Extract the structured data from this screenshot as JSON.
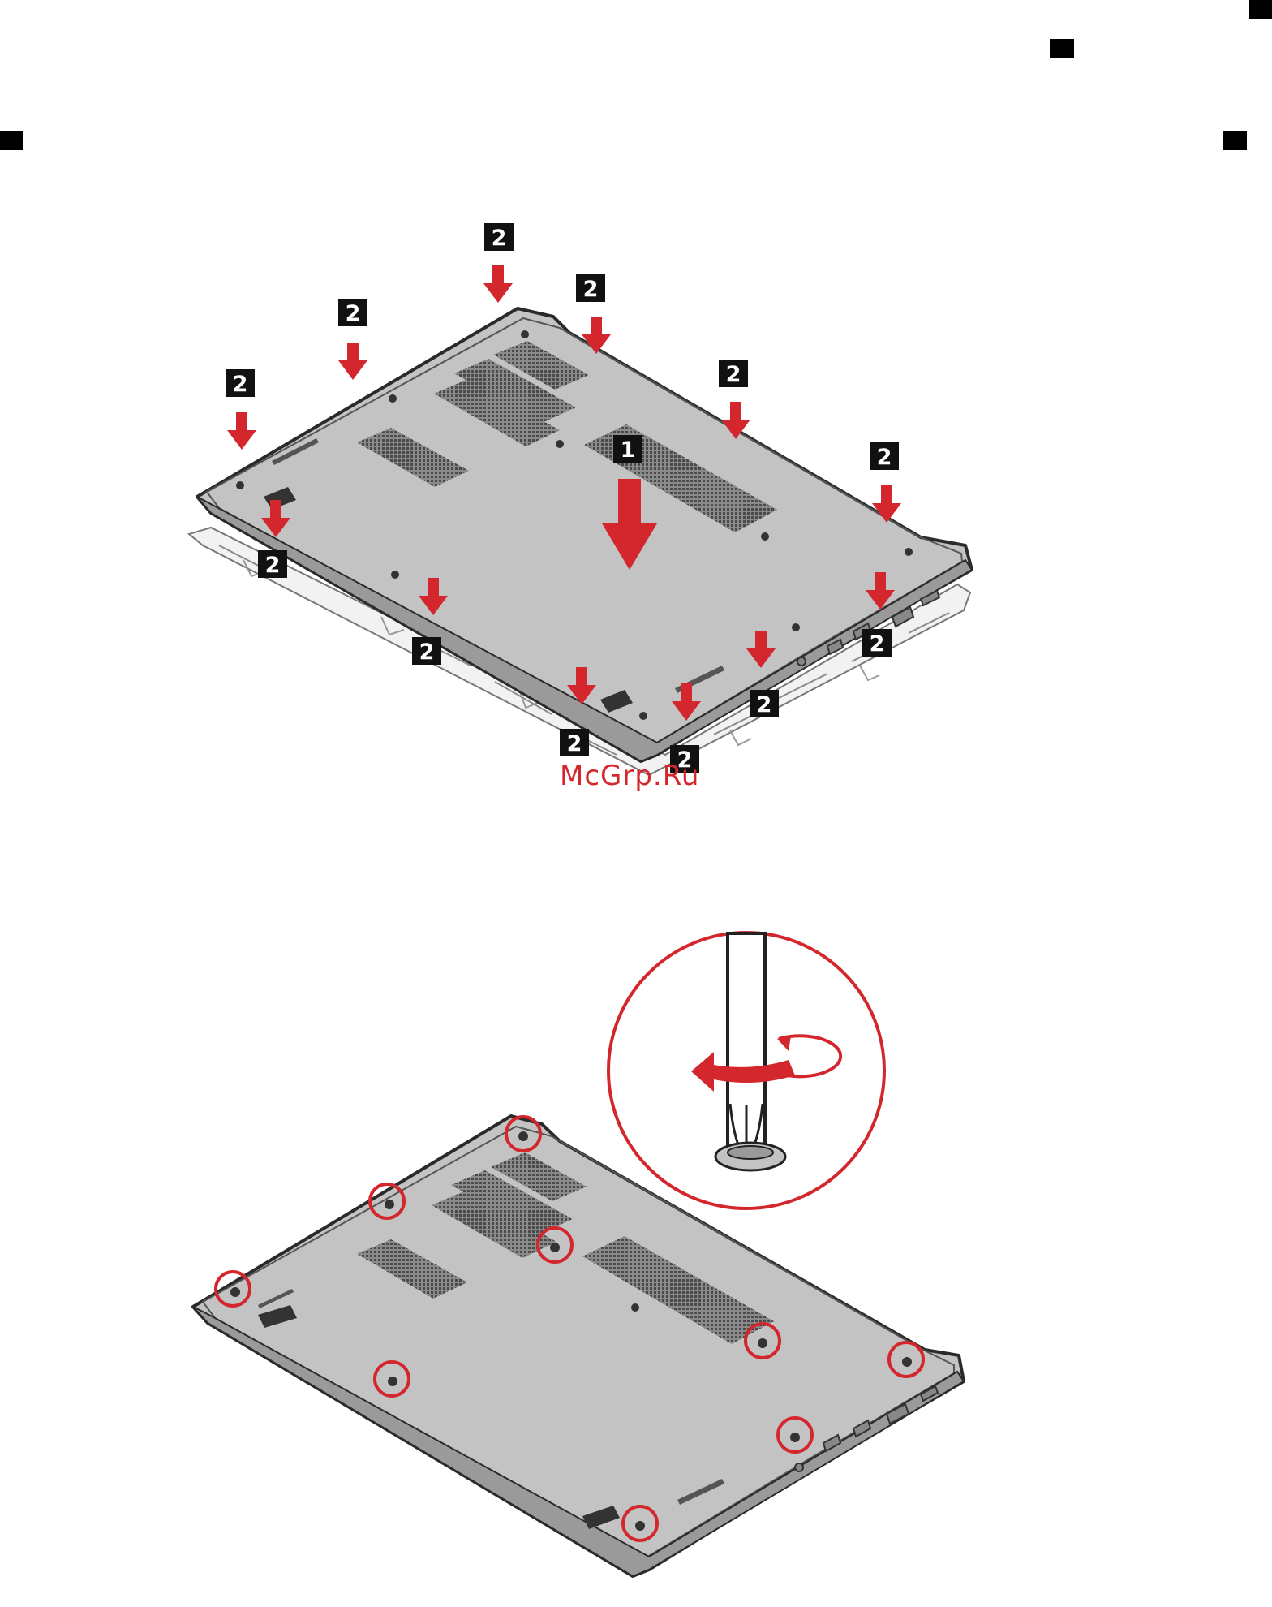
{
  "watermark": "McGrp.Ru",
  "callouts": {
    "step1": "1",
    "step2": "2"
  },
  "colors": {
    "cover": "#c3c3c3",
    "cover_edge": "#2a2a2a",
    "vent": "#6a6a6a",
    "arrow": "#d4272d",
    "callout_bg": "#111111",
    "highlight_circle": "#d4272d"
  },
  "icons": [
    "down-arrow-icon",
    "screw-highlight-icon",
    "screwdriver-icon",
    "rotate-counterclockwise-icon"
  ]
}
